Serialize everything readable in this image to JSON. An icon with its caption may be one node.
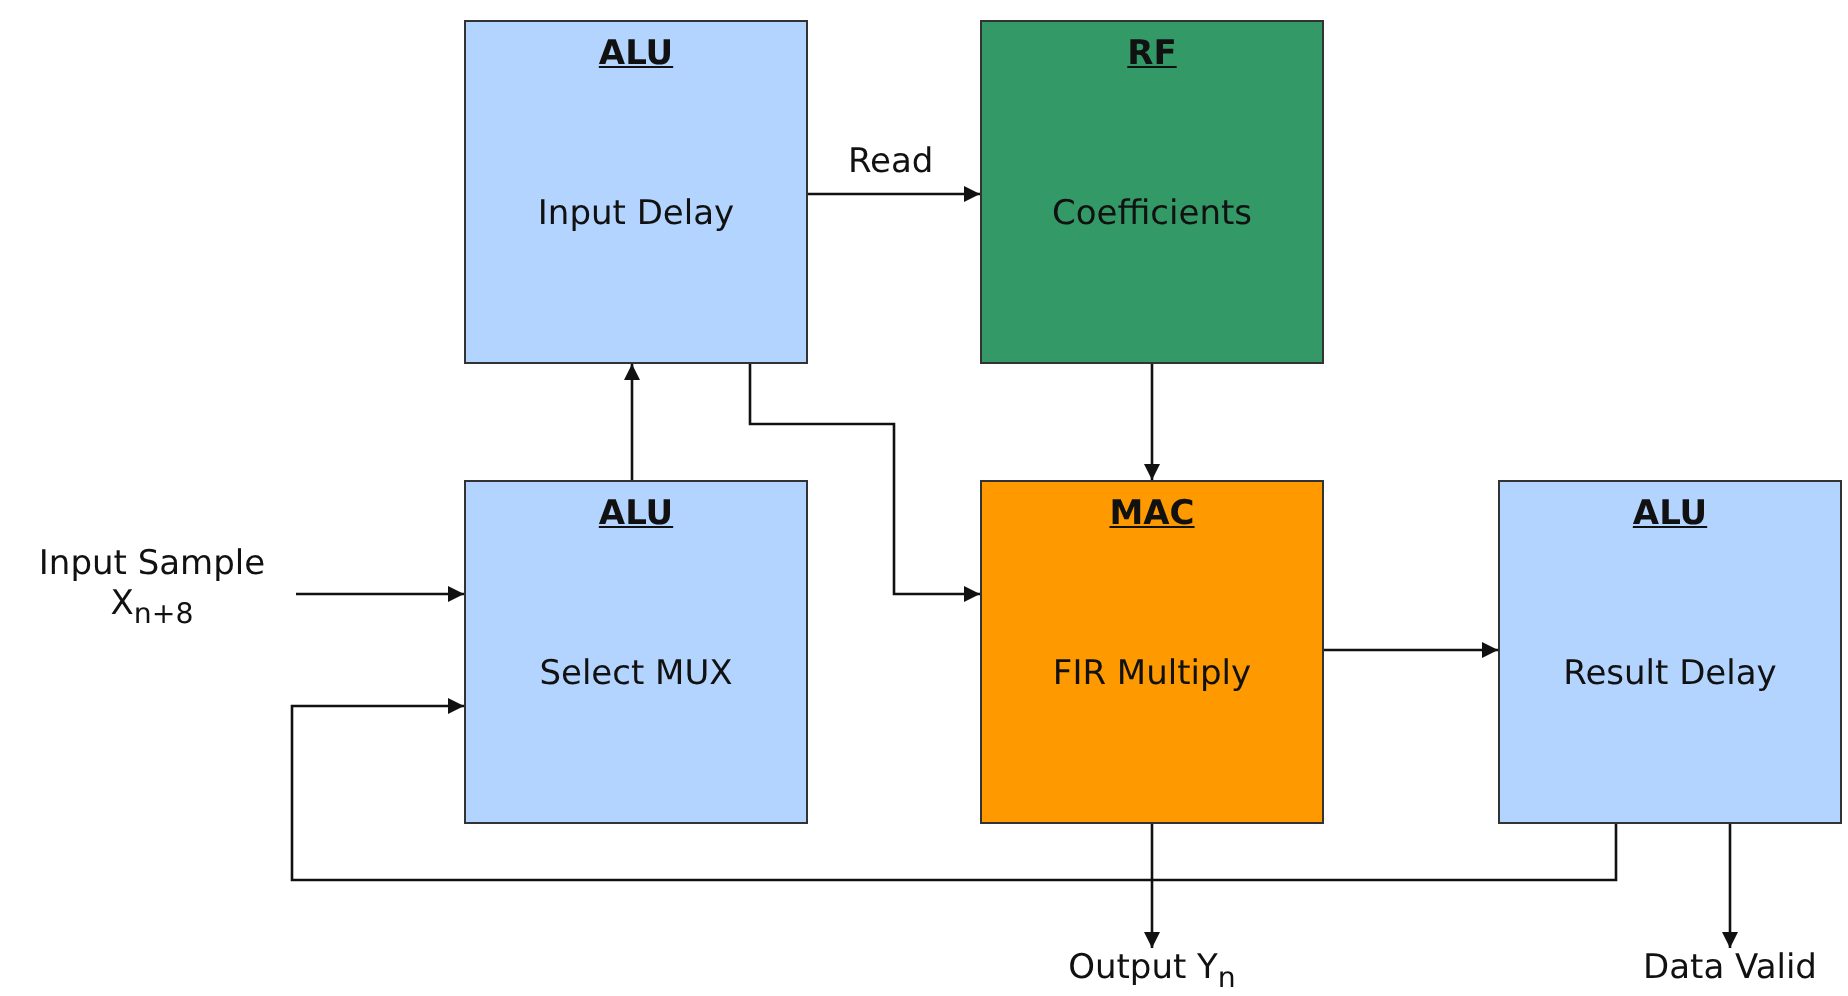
{
  "diagram": {
    "nodes": [
      {
        "text": [
          "ALU",
          "Input Delay"
        ]
      },
      {
        "text": [
          "RF",
          "Coefficients"
        ]
      },
      {
        "text": [
          "ALU",
          "Select MUX"
        ]
      },
      {
        "text": [
          "MAC",
          "FIR Multiply"
        ]
      },
      {
        "text": [
          "ALU",
          "Result Delay"
        ]
      },
      {
        "text": [
          "Input Sample X$_{n+8}$"
        ]
      },
      {
        "text": [
          "Output Y$_{n}$"
        ]
      },
      {
        "text": [
          "Data Valid"
        ]
      }
    ],
    "edges": [
      {
        "from": 0,
        "to": 1,
        "arrow": "to",
        "label": "Read"
      },
      {
        "from": 2,
        "to": 0,
        "arrow": "to"
      },
      {
        "from": 0,
        "to": 3,
        "arrow": "to"
      },
      {
        "from": 1,
        "to": 3,
        "arrow": "to"
      },
      {
        "from": 5,
        "to": 2,
        "arrow": "to"
      },
      {
        "from": 3,
        "to": 4,
        "arrow": "to"
      },
      {
        "from": 4,
        "to": 2,
        "arrow": "to"
      },
      {
        "from": 3,
        "to": 6,
        "arrow": "to"
      },
      {
        "from": 4,
        "to": 7,
        "arrow": "to"
      }
    ]
  }
}
